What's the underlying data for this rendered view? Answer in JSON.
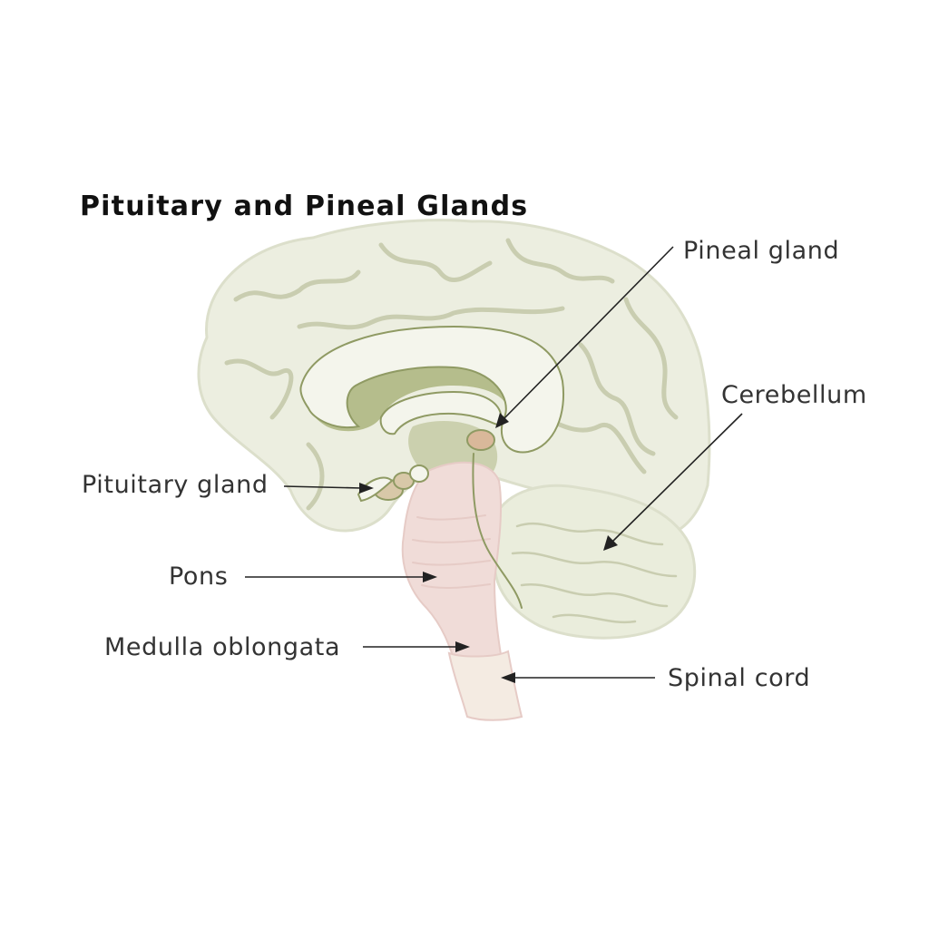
{
  "title": "Pituitary and Pineal Glands",
  "labels": {
    "pineal_gland": "Pineal gland",
    "cerebellum": "Cerebellum",
    "pituitary_gland": "Pituitary gland",
    "pons": "Pons",
    "medulla_oblongata": "Medulla oblongata",
    "spinal_cord": "Spinal cord"
  },
  "colors": {
    "background": "#ffffff",
    "text": "#333333",
    "title_text": "#111111",
    "leader_line": "#222222",
    "cerebrum_fill": "#eceee0",
    "cerebrum_outline": "#dcdfcb",
    "gyrus_line": "#c9cdb0",
    "ventricle_fill": "#b5bd8c",
    "ventricle_dark": "#8f9a63",
    "corpus_callosum": "#f4f5ec",
    "cerebellum_fill": "#eaeddc",
    "brainstem_fill": "#f0dcd8",
    "brainstem_stripe": "#e6cbc6",
    "spinal_cord_fill": "#f4ebe2",
    "pineal_fill": "#d9b89a",
    "pituitary_fill": "#d8c8a8"
  }
}
